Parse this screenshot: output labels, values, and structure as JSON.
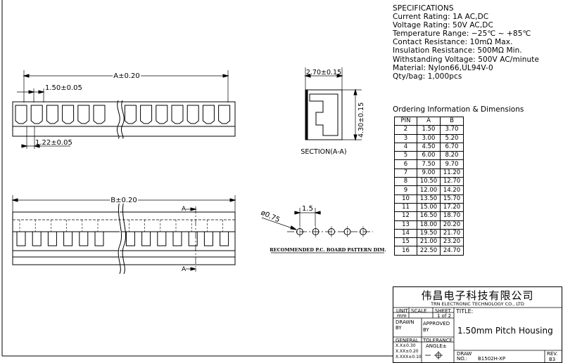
{
  "specifications": {
    "heading": "SPECIFICATIONS",
    "lines": [
      "Current Rating: 1A AC,DC",
      "Voltage Rating: 50V AC,DC",
      "Temperature Range: −25℃ ~ +85℃",
      "Contact Resistance: 10mΩ Max.",
      "Insulation Resistance: 500MΩ Min.",
      "Withstanding Voltage: 500V AC/minute",
      "Material: Nylon66,UL94V-0",
      "Qty/bag: 1,000pcs"
    ]
  },
  "ordering": {
    "title": "Ordering Information & Dimensions",
    "headers": [
      "PIN",
      "A",
      "B"
    ],
    "rows": [
      [
        "2",
        "1.50",
        "3.70"
      ],
      [
        "3",
        "3.00",
        "5.20"
      ],
      [
        "4",
        "4.50",
        "6.70"
      ],
      [
        "5",
        "6.00",
        "8.20"
      ],
      [
        "6",
        "7.50",
        "9.70"
      ],
      [
        "7",
        "9.00",
        "11.20"
      ],
      [
        "8",
        "10.50",
        "12.70"
      ],
      [
        "9",
        "12.00",
        "14.20"
      ],
      [
        "10",
        "13.50",
        "15.70"
      ],
      [
        "11",
        "15.00",
        "17.20"
      ],
      [
        "12",
        "16.50",
        "18.70"
      ],
      [
        "13",
        "18.00",
        "20.20"
      ],
      [
        "14",
        "19.50",
        "21.70"
      ],
      [
        "15",
        "21.00",
        "23.20"
      ],
      [
        "16",
        "22.50",
        "24.70"
      ]
    ]
  },
  "dimensions": {
    "a": "A±0.20",
    "b": "B±0.20",
    "pitch_top": "1.50±0.05",
    "width_small": "1.22±0.05",
    "section_width": "2.70±0.15",
    "section_height": "4.30±0.15",
    "section_label": "SECTION(A-A)",
    "section_marker": "A",
    "hole_dia": "ø0.75",
    "hole_pitch": "1.5",
    "pcb_label": "RECOMMENDED P.C. BOARD PATTERN DIM."
  },
  "title_block": {
    "company_cn": "伟昌电子科技有限公司",
    "company_en": "TRN ELECTRONIC TECHNOLOGY CO., LTD",
    "unit_label": "UNIT",
    "unit_value": "mm",
    "scale_label": "SCALE",
    "sheet_label": "SHEET",
    "sheet_value": "1 of 2",
    "title_label": "TITLE:",
    "title": "1.50mm Pitch Housing",
    "drawn_by": "DRAWN BY",
    "approved_by": "APPROVED BY",
    "general": "GENERAL",
    "tolerance": "TOLERANCE",
    "tol_lines": [
      "X.X±0.30",
      "X.XX±0.20",
      "X.XXX±0.10"
    ],
    "angle": "ANGLE±",
    "draw_no_label": "DRAW NO.:",
    "draw_no": "B1502H-XP",
    "rev_label": "REV.",
    "rev": "B3"
  }
}
